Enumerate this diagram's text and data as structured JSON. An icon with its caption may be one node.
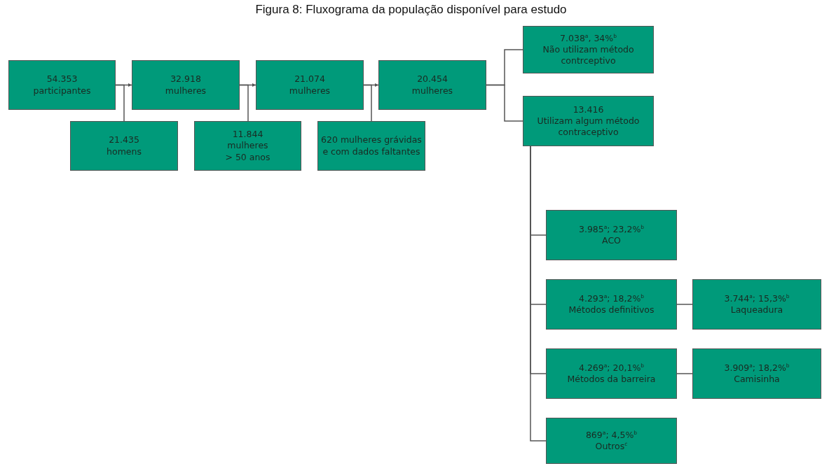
{
  "diagram": {
    "title": "Figura 8: Fluxograma da população disponível para estudo",
    "nodes": [
      {
        "text": [
          "54.353",
          "participantes"
        ]
      },
      {
        "text": [
          "32.918",
          "mulheres"
        ]
      },
      {
        "text": [
          "21.074",
          "mulheres"
        ]
      },
      {
        "text": [
          "20.454",
          "mulheres"
        ]
      },
      {
        "text": [
          "7.038$^{a}$, 34%$^{b}$",
          "Não utilizam método contrceptivo"
        ]
      },
      {
        "text": [
          "21.435",
          "homens"
        ]
      },
      {
        "text": [
          "11.844",
          "mulheres",
          "> 50 anos"
        ]
      },
      {
        "text": [
          "620 mulheres grávidas e com dados faltantes"
        ]
      },
      {
        "text": [
          "13.416",
          "Utilizam algum método contraceptivo"
        ]
      },
      {
        "text": [
          "3.985$^{a}$; 23,2%$^{b}$",
          "ACO"
        ]
      },
      {
        "text": [
          "4.293$^{a}$; 18,2%$^{b}$",
          "Métodos definitivos"
        ]
      },
      {
        "text": [
          "3.744$^{a}$; 15,3%$^{b}$",
          "Laqueadura"
        ]
      },
      {
        "text": [
          "4.269$^{a}$; 20,1%$^{b}$",
          "Métodos da barreira"
        ]
      },
      {
        "text": [
          "3.909$^{a}$; 18,2%$^{b}$",
          "Camisinha"
        ]
      },
      {
        "text": [
          "869$^{a}$; 4,5%$^{b}$",
          "Outros$^{c}$"
        ]
      }
    ],
    "edges": [
      {
        "from": 0,
        "to": 1,
        "arrow": "to"
      },
      {
        "from": 0,
        "to": 5,
        "arrow": "none"
      },
      {
        "from": 1,
        "to": 2,
        "arrow": "to"
      },
      {
        "from": 1,
        "to": 6,
        "arrow": "none"
      },
      {
        "from": 2,
        "to": 3,
        "arrow": "to"
      },
      {
        "from": 2,
        "to": 7,
        "arrow": "none"
      },
      {
        "from": 3,
        "to": 4,
        "arrow": "none"
      },
      {
        "from": 3,
        "to": 8,
        "arrow": "none"
      },
      {
        "from": 8,
        "to": 9,
        "arrow": "none"
      },
      {
        "from": 8,
        "to": 10,
        "arrow": "none"
      },
      {
        "from": 10,
        "to": 11,
        "arrow": "none"
      },
      {
        "from": 8,
        "to": 12,
        "arrow": "none"
      },
      {
        "from": 12,
        "to": 13,
        "arrow": "none"
      },
      {
        "from": 8,
        "to": 14,
        "arrow": "none"
      }
    ]
  }
}
